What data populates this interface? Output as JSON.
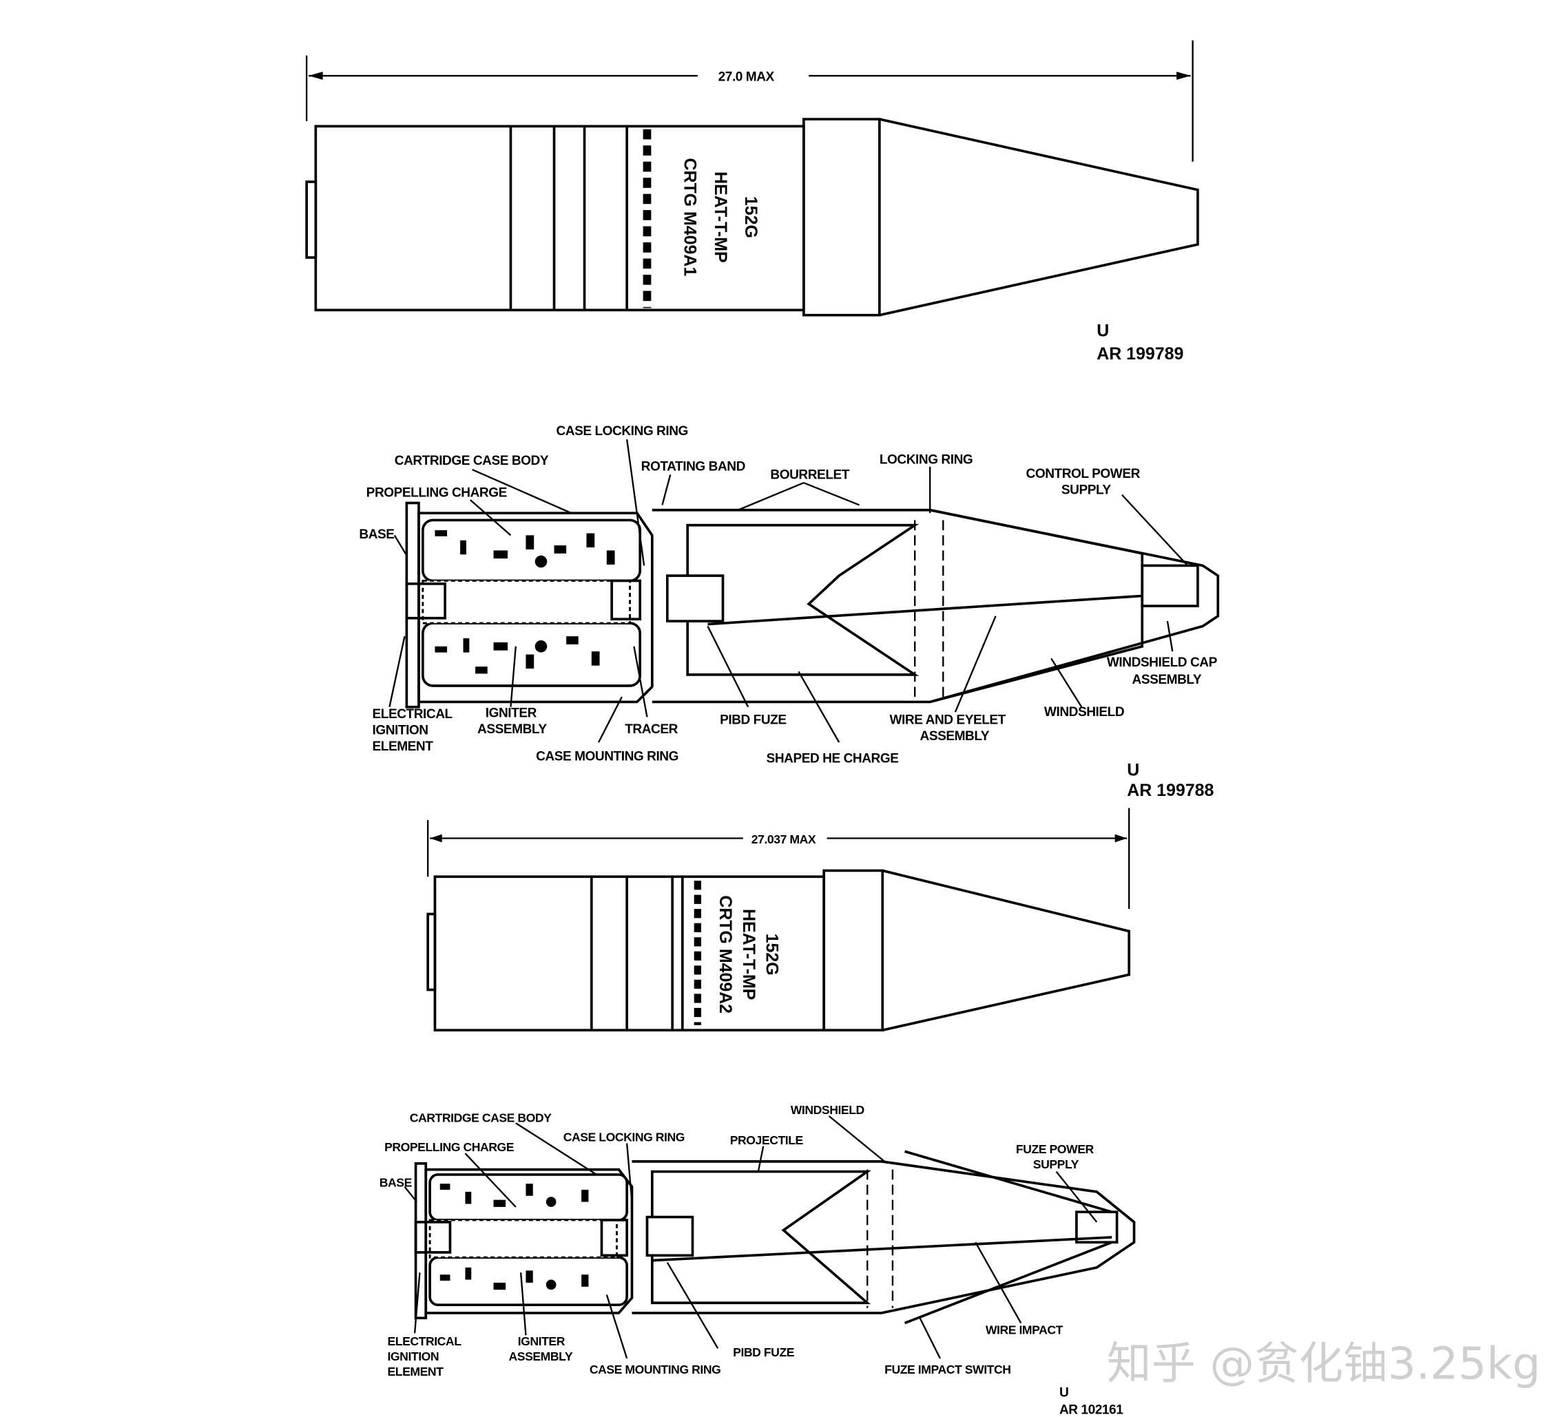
{
  "figure_1": {
    "dimension": "27.0 MAX",
    "marking": [
      "152G",
      "HEAT-T-MP",
      "CRTG M409A1"
    ],
    "code_u": "U",
    "code": "AR 199789"
  },
  "figure_2": {
    "labels": {
      "case_locking_ring": "CASE LOCKING RING",
      "cartridge_case_body": "CARTRIDGE CASE BODY",
      "rotating_band": "ROTATING BAND",
      "bourrelet": "BOURRELET",
      "locking_ring": "LOCKING RING",
      "control_power_supply": [
        "CONTROL POWER",
        "SUPPLY"
      ],
      "propelling_charge": "PROPELLING CHARGE",
      "base": "BASE",
      "windshield_cap_assembly": [
        "WINDSHIELD CAP",
        "ASSEMBLY"
      ],
      "electrical_ignition_element": [
        "ELECTRICAL",
        "IGNITION",
        "ELEMENT"
      ],
      "igniter_assembly": [
        "IGNITER",
        "ASSEMBLY"
      ],
      "tracer": "TRACER",
      "pibd_fuze": "PIBD FUZE",
      "wire_and_eyelet_assembly": [
        "WIRE AND EYELET",
        "ASSEMBLY"
      ],
      "windshield": "WINDSHIELD",
      "case_mounting_ring": "CASE MOUNTING RING",
      "shaped_he_charge": "SHAPED HE CHARGE"
    },
    "code_u": "U",
    "code": "AR 199788"
  },
  "figure_3": {
    "dimension": "27.037 MAX",
    "marking": [
      "152G",
      "HEAT-T-MP",
      "CRTG M409A2"
    ]
  },
  "figure_4": {
    "labels": {
      "cartridge_case_body": "CARTRIDGE CASE BODY",
      "windshield": "WINDSHIELD",
      "propelling_charge": "PROPELLING CHARGE",
      "case_locking_ring": "CASE LOCKING RING",
      "projectile": "PROJECTILE",
      "fuze_power_supply": [
        "FUZE POWER",
        "SUPPLY"
      ],
      "base": "BASE",
      "electrical_ignition_element": [
        "ELECTRICAL",
        "IGNITION",
        "ELEMENT"
      ],
      "igniter_assembly": [
        "IGNITER",
        "ASSEMBLY"
      ],
      "case_mounting_ring": "CASE MOUNTING RING",
      "pibd_fuze": "PIBD FUZE",
      "wire_impact": "WIRE IMPACT",
      "fuze_impact_switch": "FUZE IMPACT SWITCH"
    },
    "code_u": "U",
    "code": "AR 102161"
  },
  "watermark": "知乎 @贫化铀3.25kg"
}
